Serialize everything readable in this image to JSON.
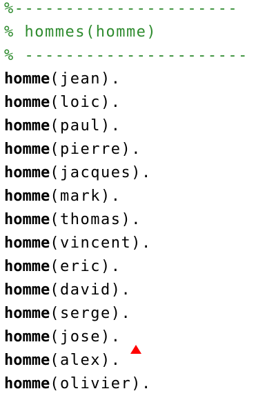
{
  "comment_lines": [
    "%----------------------",
    "% hommes(homme)",
    "% ----------------------"
  ],
  "keyword": "homme",
  "facts": [
    "jean",
    "loic",
    "paul",
    "pierre",
    "jacques",
    "mark",
    "thomas",
    "vincent",
    "eric",
    "david",
    "serge",
    "jose",
    "alex",
    "olivier"
  ],
  "colors": {
    "comment": "#2e8b2e",
    "keyword": "#000000",
    "marker": "#ff0000"
  },
  "icons": {
    "marker": "warning-marker-icon"
  }
}
